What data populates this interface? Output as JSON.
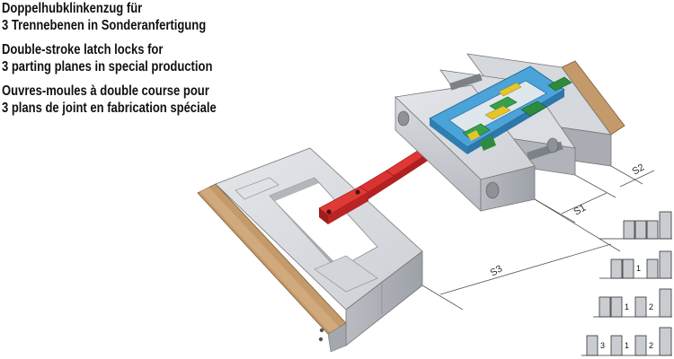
{
  "captions": {
    "de": [
      "Doppelhubklinkenzug für",
      "3 Trennebenen in Sonderanfertigung"
    ],
    "en": [
      "Double-stroke latch locks for",
      "3 parting planes in special production"
    ],
    "fr": [
      "Ouvres-moules à double course pour",
      "3 plans de joint en fabrication spéciale"
    ]
  },
  "dimensions": {
    "s1": "S1",
    "s2": "S2",
    "s3": "S3"
  },
  "sequence": {
    "step2": [
      "1"
    ],
    "step3": [
      "1",
      "2"
    ],
    "step4": [
      "3",
      "1",
      "2"
    ]
  },
  "colors": {
    "steel": "#c9ccd1",
    "latch_red": "#d0282a",
    "frame_blue": "#4aa3d9",
    "guide_green": "#2e8b3d",
    "wood": "#b8936a"
  }
}
